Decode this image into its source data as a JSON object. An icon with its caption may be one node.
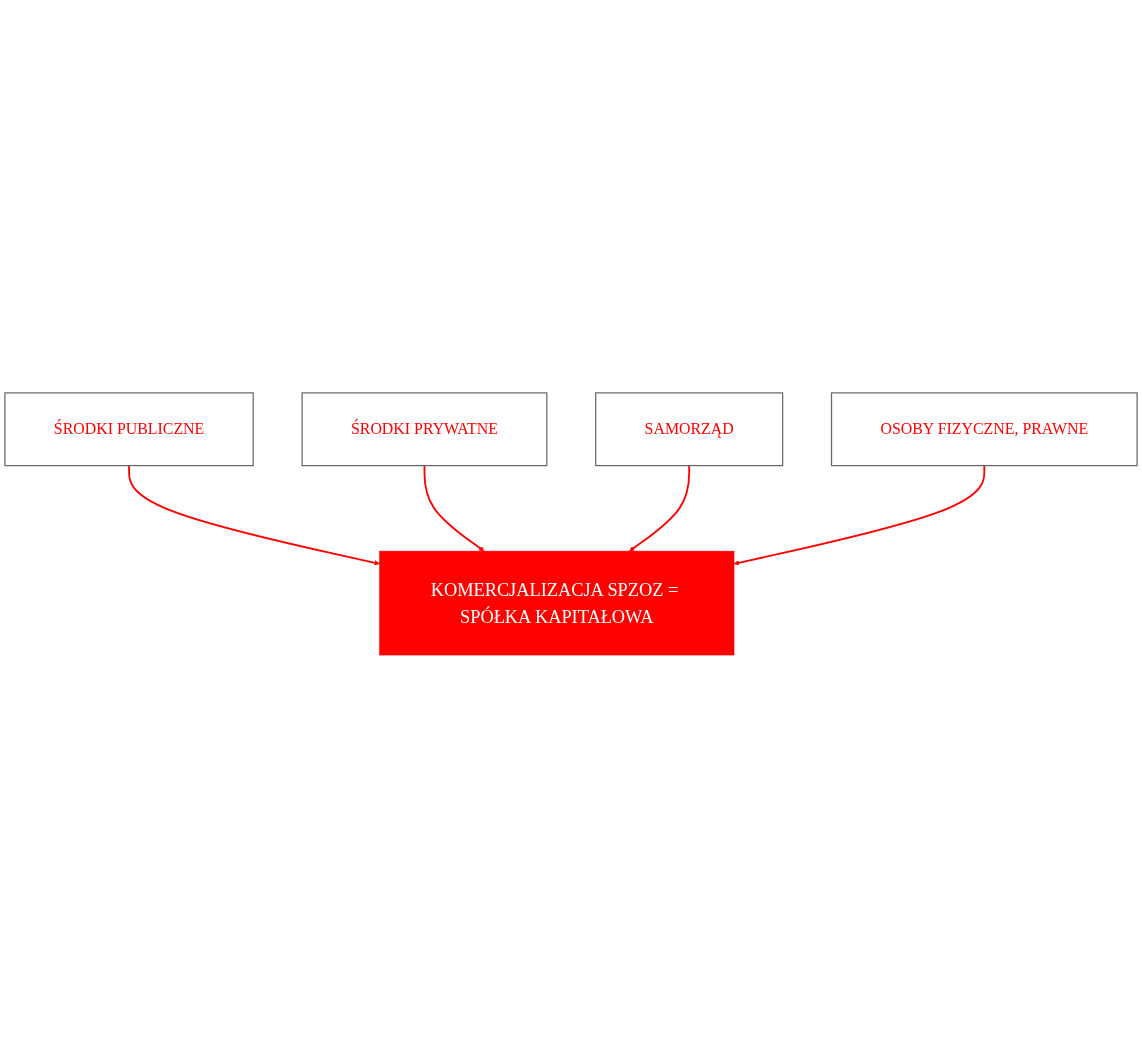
{
  "diagram": {
    "nodes": [
      {
        "text": [
          "ŚRODKI PUBLICZNE"
        ]
      },
      {
        "text": [
          "ŚRODKI PRYWATNE"
        ]
      },
      {
        "text": [
          "KOMERCJALIZACJA SPZOZ = SPÓŁKA KAPITAŁOWA"
        ]
      },
      {
        "text": [
          "SAMORZĄD"
        ]
      },
      {
        "text": [
          "OSOBY FIZYCZNE, PRAWNE"
        ]
      }
    ],
    "edges": [
      {
        "from": 0,
        "to": 2,
        "arrow": "to"
      },
      {
        "from": 1,
        "to": 2,
        "arrow": "to"
      },
      {
        "from": 3,
        "to": 2,
        "arrow": "to"
      },
      {
        "from": 4,
        "to": 2,
        "arrow": "to"
      }
    ]
  }
}
